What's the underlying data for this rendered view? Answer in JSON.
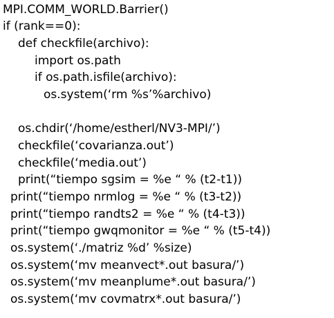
{
  "code": {
    "lines": [
      "MPI.COMM_WORLD.Barrier()",
      "if (rank==0):",
      "def checkfile(archivo):",
      "import os.path",
      "if os.path.isfile(archivo):",
      "os.system(‘rm %s’%archivo)",
      "",
      "os.chdir(‘/home/estherl/NV3-MPI/’)",
      "checkfile(‘covarianza.out’)",
      "checkfile(‘media.out’)",
      "print(“tiempo sgsim = %e “ % (t2-t1))",
      "print(“tiempo nrmlog = %e “ % (t3-t2))",
      "print(“tiempo randts2 = %e “ % (t4-t3))",
      "print(“tiempo gwqmonitor = %e “ % (t5-t4))",
      "os.system(‘./matriz %d’ %size)",
      "os.system(‘mv meanvect*.out basura/’)",
      "os.system(‘mv meanplume*.out basura/’)",
      "os.system(‘mv covmatrx*.out basura/’)"
    ]
  }
}
